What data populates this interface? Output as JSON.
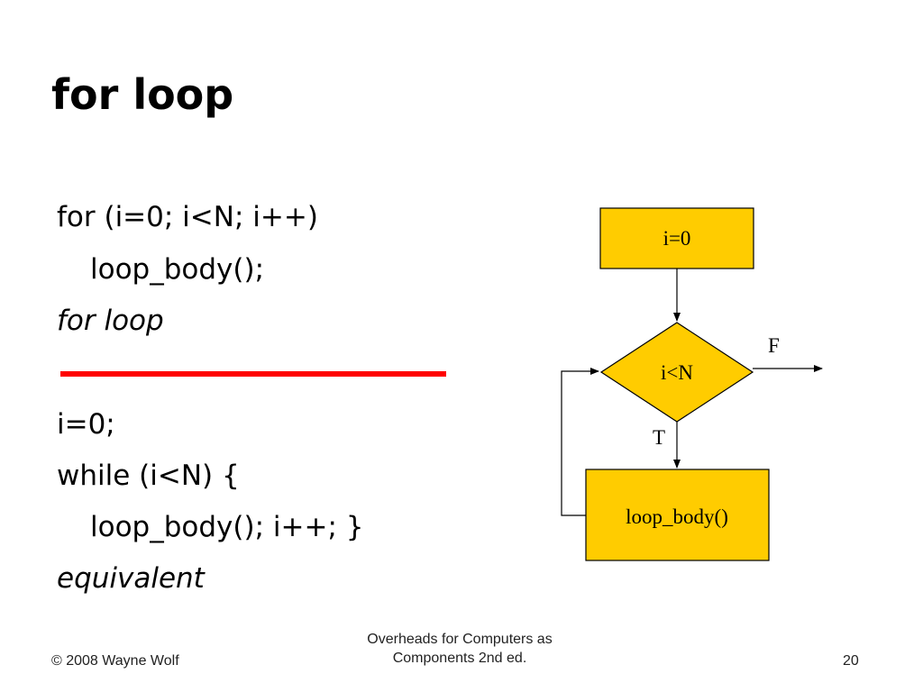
{
  "slide": {
    "title": "for loop"
  },
  "code": {
    "for_header": "for (i=0; i<N; i++)",
    "for_body": "loop_body();",
    "for_caption": "for loop",
    "while_init": "i=0;",
    "while_header": "while (i<N) {",
    "while_body": "loop_body(); i++; }",
    "while_caption": "equivalent"
  },
  "flowchart": {
    "init_box": "i=0",
    "condition": "i<N",
    "false_label": "F",
    "true_label": "T",
    "body_box": "loop_body()",
    "box_fill": "#ffcc00"
  },
  "footer": {
    "copyright": "© 2008 Wayne Wolf",
    "book_line1": "Overheads for Computers as",
    "book_line2": "Components 2nd ed.",
    "page_number": "20"
  },
  "colors": {
    "divider": "#ff0000"
  }
}
